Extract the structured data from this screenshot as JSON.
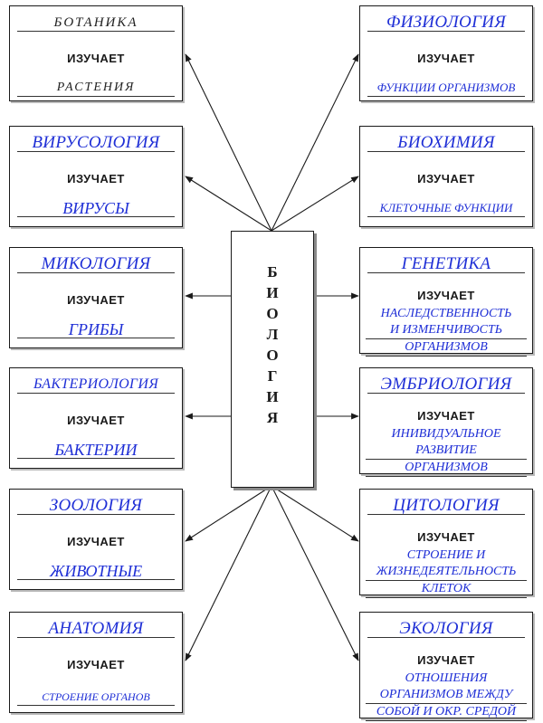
{
  "center": {
    "letters": [
      "Б",
      "И",
      "О",
      "Л",
      "О",
      "Г",
      "И",
      "Я"
    ]
  },
  "verb": "ИЗУЧАЕТ",
  "left": [
    {
      "subject": "БОТАНИКА",
      "object": "РАСТЕНИЯ"
    },
    {
      "subject": "ВИРУСОЛОГИЯ",
      "object": "ВИРУСЫ"
    },
    {
      "subject": "МИКОЛОГИЯ",
      "object": "ГРИБЫ"
    },
    {
      "subject": "БАКТЕРИОЛОГИЯ",
      "object": "БАКТЕРИИ"
    },
    {
      "subject": "ЗООЛОГИЯ",
      "object": "ЖИВОТНЫЕ"
    },
    {
      "subject": "АНАТОМИЯ",
      "object": "СТРОЕНИЕ ОРГАНОВ"
    }
  ],
  "right": [
    {
      "subject": "ФИЗИОЛОГИЯ",
      "object": "ФУНКЦИИ ОРГАНИЗМОВ"
    },
    {
      "subject": "БИОХИМИЯ",
      "object": "КЛЕТОЧНЫЕ ФУНКЦИИ"
    },
    {
      "subject": "ГЕНЕТИКА",
      "object_lines": [
        "НАСЛЕДСТВЕННОСТЬ",
        "И ИЗМЕНЧИВОСТЬ",
        "ОРГАНИЗМОВ"
      ]
    },
    {
      "subject": "ЭМБРИОЛОГИЯ",
      "object_lines": [
        "ИНИВИДУАЛЬНОЕ",
        "РАЗВИТИЕ",
        "ОРГАНИЗМОВ"
      ]
    },
    {
      "subject": "ЦИТОЛОГИЯ",
      "object_lines": [
        "СТРОЕНИЕ И",
        "ЖИЗНЕДЕЯТЕЛЬНОСТЬ",
        "КЛЕТОК"
      ]
    },
    {
      "subject": "ЭКОЛОГИЯ",
      "object_lines": [
        "ОТНОШЕНИЯ",
        "ОРГАНИЗМОВ МЕЖДУ",
        "СОБОЙ И ОКР. СРЕДОЙ"
      ]
    }
  ]
}
